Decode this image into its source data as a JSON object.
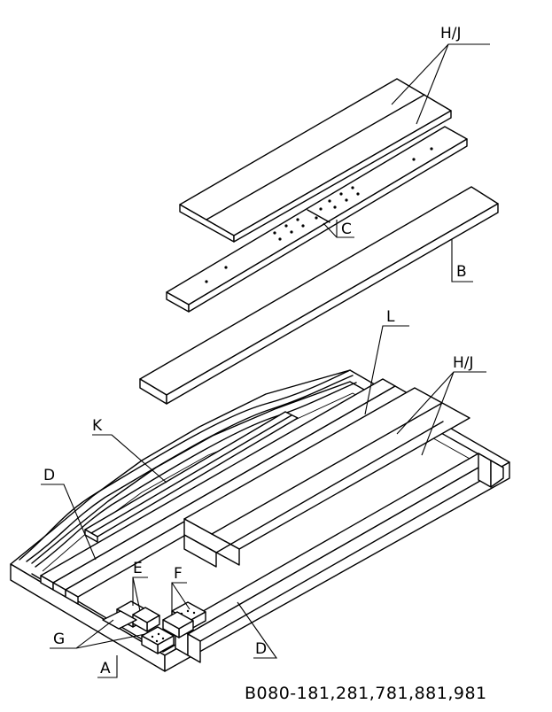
{
  "labels": {
    "hj_top": "H/J",
    "c": "C",
    "b": "B",
    "l": "L",
    "hj_right": "H/J",
    "k": "K",
    "d_left": "D",
    "e": "E",
    "f": "F",
    "g": "G",
    "a": "A",
    "d_bottom": "D"
  },
  "part_code": "B080-181,281,781,881,981"
}
